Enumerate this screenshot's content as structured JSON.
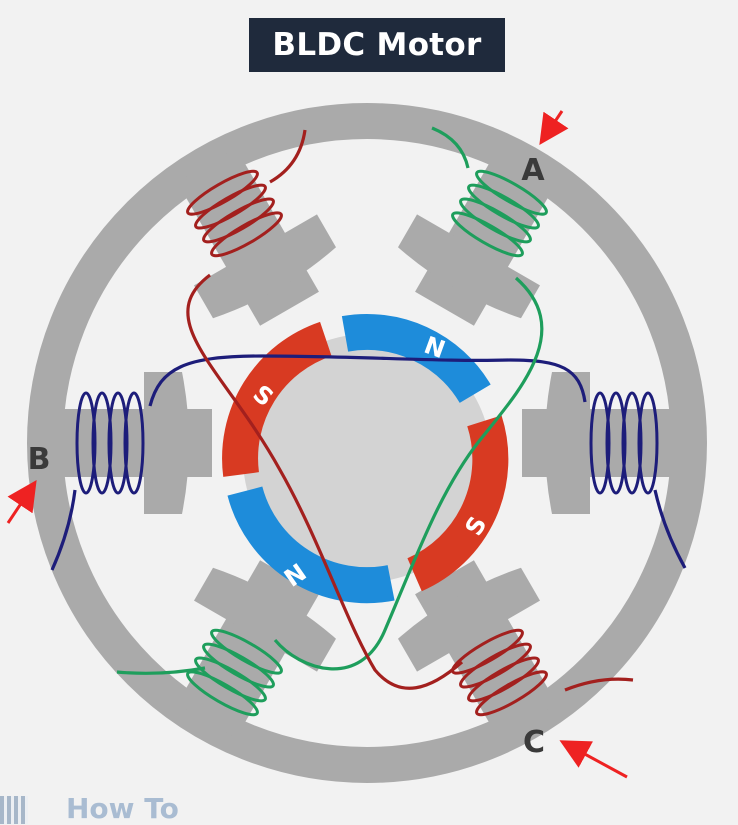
{
  "title": "BLDC Motor",
  "labels": {
    "phase_a": "A",
    "phase_b": "B",
    "phase_c": "C"
  },
  "magnet_labels": {
    "north": "N",
    "south": "S"
  },
  "watermark": "How To",
  "colors": {
    "stator": "#aaaaaa",
    "background": "#f2f2f2",
    "rotor_core": "#d3d3d3",
    "magnet_north": "#1e8cda",
    "magnet_south": "#d83a22",
    "coil_a": "#1e9e5c",
    "coil_b": "#1d1d7a",
    "coil_c": "#a3201e",
    "arrow": "#ee2222",
    "title_bg": "#1f2a3c"
  }
}
